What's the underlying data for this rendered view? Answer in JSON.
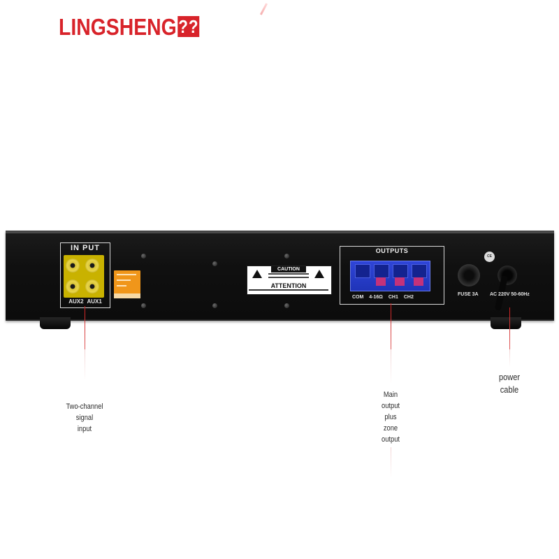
{
  "brand": {
    "name": "LINGSHENG",
    "mark": "??"
  },
  "colors": {
    "brand_red": "#d8232a",
    "chassis": "#111111",
    "input_block": "#c9b200",
    "terminal_blue": "#2f45d8",
    "terminal_screw": "#c4327a",
    "sticker_orange": "#f0961a",
    "callout_red": "#cc1e1e"
  },
  "panel": {
    "input": {
      "title": "IN PUT",
      "ports": [
        "AUX2",
        "AUX1"
      ]
    },
    "caution": {
      "title": "CAUTION",
      "attention": "ATTENTION"
    },
    "outputs": {
      "title": "OUTPUTS",
      "terminals": [
        "COM",
        "4-16Ω",
        "CH1",
        "CH2"
      ]
    },
    "fuse": "FUSE 3A",
    "power": "AC 220V 50-60Hz"
  },
  "callouts": {
    "input": [
      "Two-channel",
      "signal",
      "input"
    ],
    "outputs": [
      "Main",
      "output",
      "plus",
      "zone",
      "output"
    ],
    "power": [
      "power",
      "cable"
    ]
  }
}
